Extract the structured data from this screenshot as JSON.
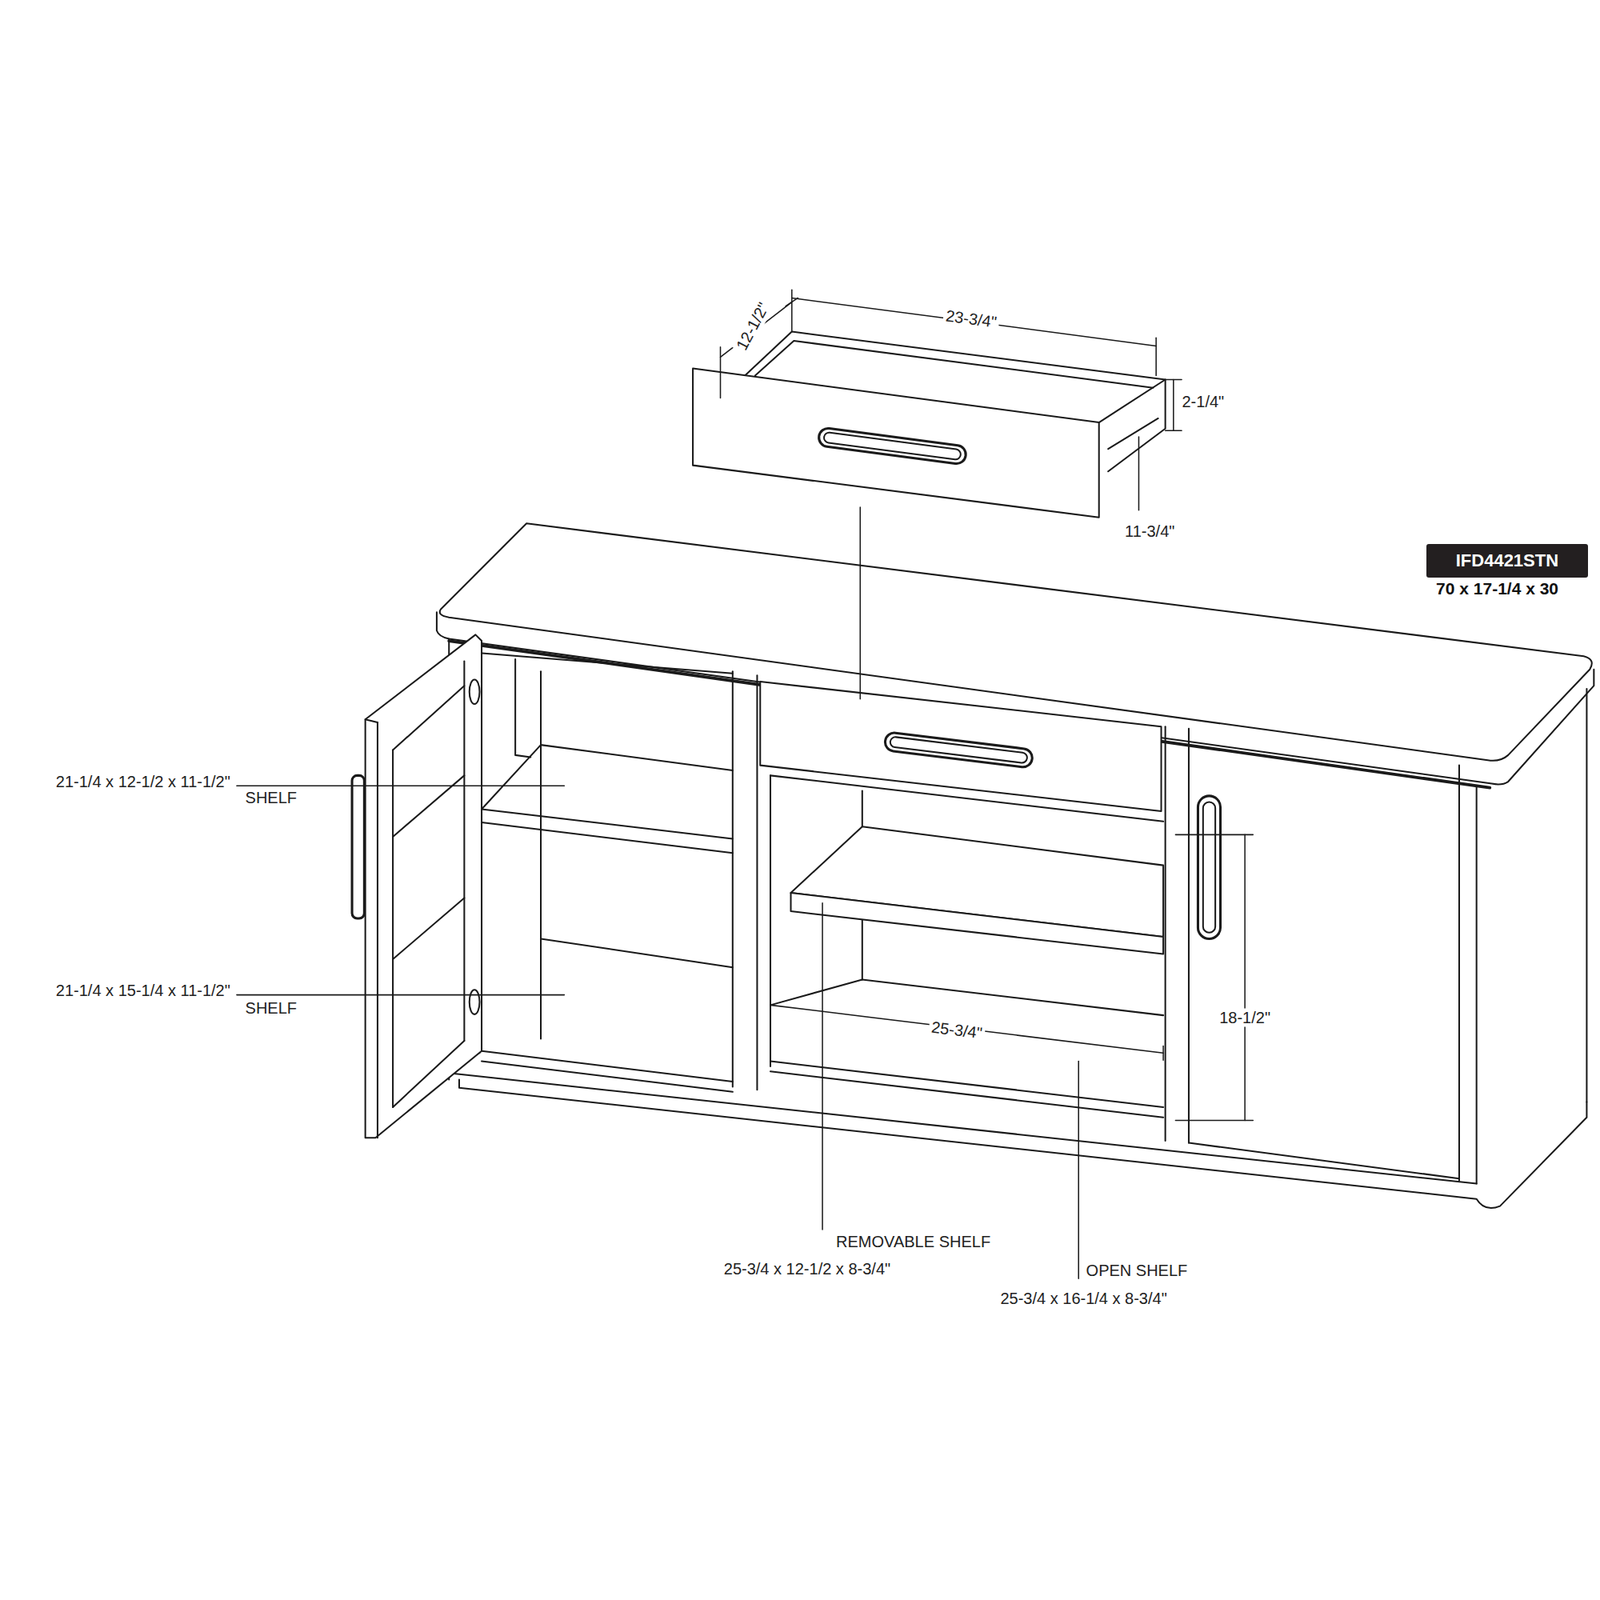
{
  "diagram": {
    "nodes": [
      {
        "text": [
          "IFD4421STN"
        ]
      }
    ],
    "labels": [
      "12-1/2\"",
      "23-3/4\"",
      "2-1/4\"",
      "11-3/4\"",
      "70 x 17-1/4 x 30",
      "21-1/4 x 12-1/2 x 11-1/2\"",
      "SHELF",
      "21-1/4 x 15-1/4 x 11-1/2\"",
      "SHELF",
      "25-3/4\"",
      "18-1/2\"",
      "REMOVABLE SHELF",
      "25-3/4 x 12-1/2 x 8-3/4\"",
      "OPEN SHELF",
      "25-3/4 x 16-1/4 x 8-3/4\""
    ]
  }
}
